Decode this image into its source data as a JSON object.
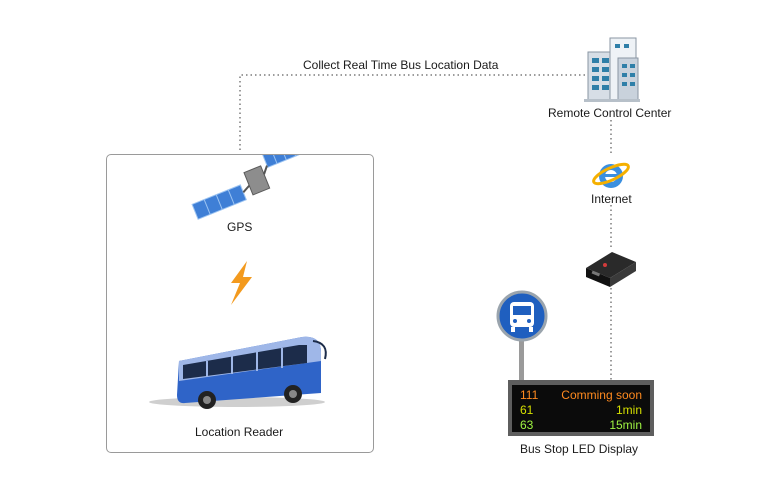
{
  "connection": {
    "label": "Collect Real Time Bus Location Data"
  },
  "control_center": {
    "label": "Remote Control Center",
    "icon": "building-icon"
  },
  "internet": {
    "label": "Internet",
    "icon": "internet-explorer-icon"
  },
  "modem": {
    "icon": "modem-icon"
  },
  "bus_stop_sign": {
    "icon": "bus-stop-sign-icon",
    "color": "#1f5fbf"
  },
  "reader_panel": {
    "gps_label": "GPS",
    "reader_label": "Location Reader",
    "icons": [
      "satellite-icon",
      "lightning-icon",
      "bus-icon"
    ]
  },
  "led_display": {
    "label": "Bus Stop LED Display",
    "rows": [
      {
        "route": "111",
        "status": "Comming soon",
        "color": "#ff8a1f"
      },
      {
        "route": "61",
        "status": "1min",
        "color": "#d6e000"
      },
      {
        "route": "63",
        "status": "15min",
        "color": "#9ff542"
      }
    ]
  }
}
